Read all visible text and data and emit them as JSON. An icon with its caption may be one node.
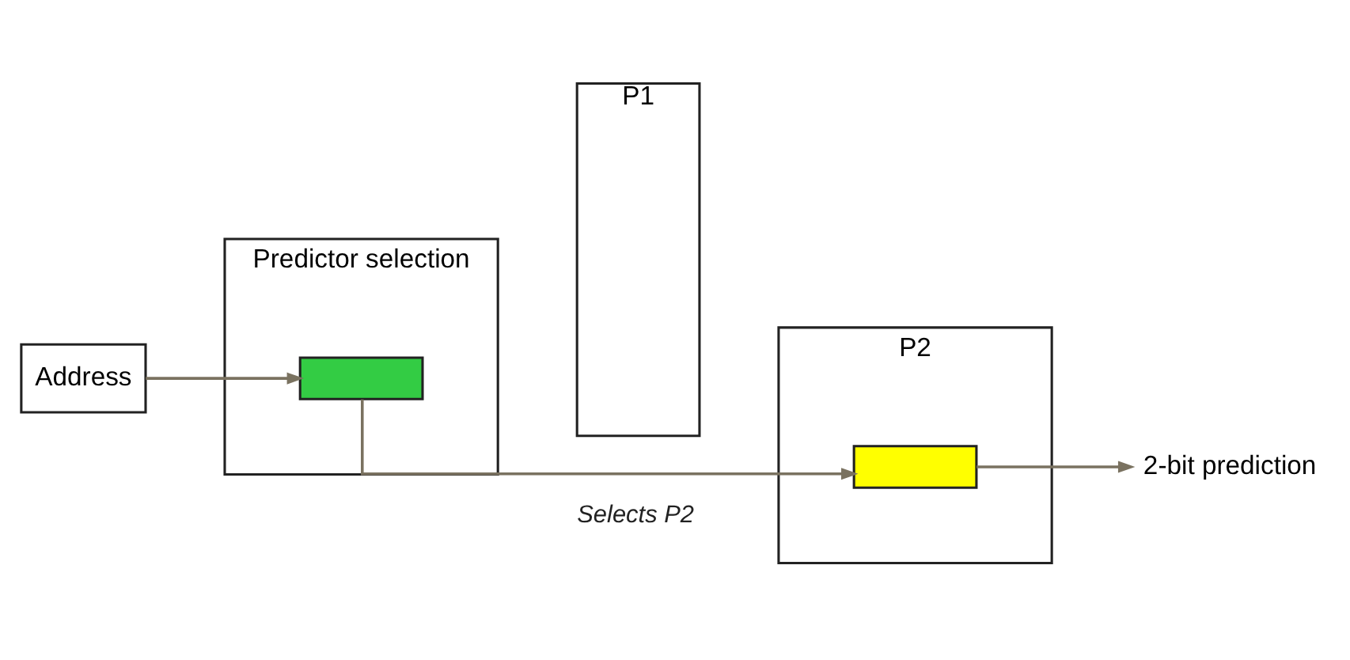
{
  "diagram": {
    "nodes": [
      {
        "text": [
          "Address"
        ]
      },
      {
        "text": [
          "Predictor selection"
        ]
      },
      {
        "text": [],
        "shape": "bar",
        "in": 1
      },
      {
        "text": [
          "P1"
        ]
      },
      {
        "text": [
          "P2"
        ]
      },
      {
        "text": [],
        "shape": "bar",
        "in": 4
      },
      {
        "text": [
          "2-bit prediction"
        ]
      }
    ],
    "edges": [
      {
        "from": 0,
        "to": 2,
        "arrow": "to"
      },
      {
        "from": 2,
        "to": 5,
        "arrow": "to",
        "label": "Selects P2"
      },
      {
        "from": 5,
        "to": 6,
        "arrow": "to"
      }
    ]
  }
}
